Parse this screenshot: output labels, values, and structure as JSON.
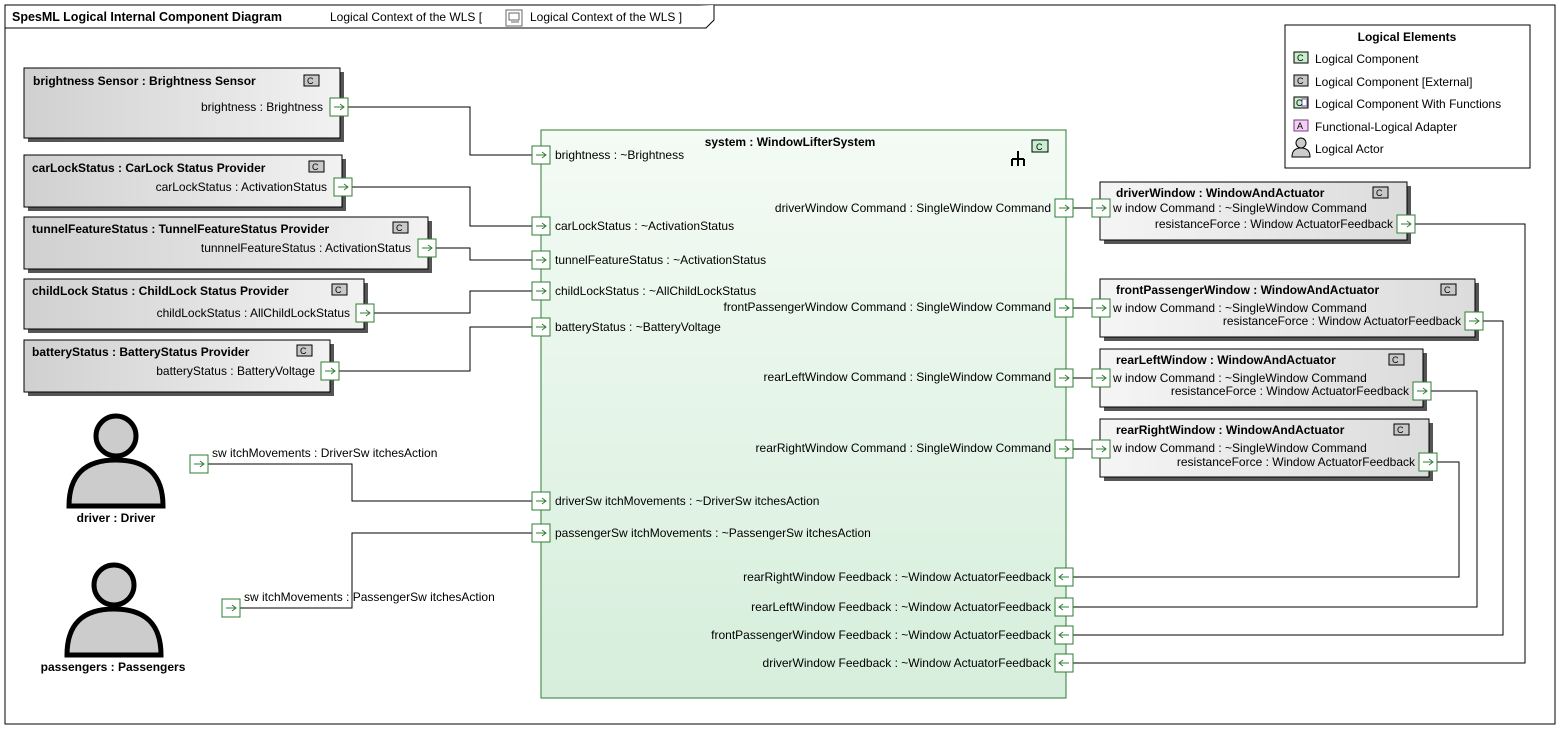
{
  "frame": {
    "kind": "SpesML Logical Internal Component Diagram",
    "name": "Logical Context of the WLS [",
    "context": "Logical Context of the WLS ]"
  },
  "legend": {
    "title": "Logical Elements",
    "items": [
      {
        "badge": "C",
        "label": "Logical Component",
        "color": "#c6efce"
      },
      {
        "badge": "C",
        "label": "Logical Component [External]",
        "color": "#c8c8c8"
      },
      {
        "badge": "C",
        "label": "Logical Component With Functions",
        "color": "#c6efce"
      },
      {
        "badge": "A",
        "label": "Functional-Logical Adapter",
        "color": "#f2d0f2"
      },
      {
        "badge": "",
        "label": "Logical Actor",
        "color": "#cccccc"
      }
    ]
  },
  "external_components": [
    {
      "title": "brightness Sensor : Brightness Sensor",
      "port_label": "brightness : Brightness"
    },
    {
      "title": "carLockStatus : CarLock Status Provider",
      "port_label": "carLockStatus : ActivationStatus"
    },
    {
      "title": "tunnelFeatureStatus : TunnelFeatureStatus Provider",
      "port_label": "tunnnelFeatureStatus : ActivationStatus"
    },
    {
      "title": "childLock Status : ChildLock Status Provider",
      "port_label": "childLockStatus : AllChildLockStatus"
    },
    {
      "title": "batteryStatus : BatteryStatus Provider",
      "port_label": "batteryStatus : BatteryVoltage"
    }
  ],
  "actors": [
    {
      "name": "driver : Driver",
      "port_label": "sw itchMovements : DriverSw itchesAction"
    },
    {
      "name": "passengers : Passengers",
      "port_label": "sw itchMovements : PassengerSw itchesAction"
    }
  ],
  "system": {
    "title": "system : WindowLifterSystem",
    "left_ports": [
      "brightness : ~Brightness",
      "carLockStatus : ~ActivationStatus",
      "tunnelFeatureStatus : ~ActivationStatus",
      "childLockStatus : ~AllChildLockStatus",
      "batteryStatus : ~BatteryVoltage",
      "driverSw itchMovements : ~DriverSw itchesAction",
      "passengerSw itchMovements : ~PassengerSw itchesAction"
    ],
    "right_out_ports": [
      "driverWindow Command : SingleWindow Command",
      "frontPassengerWindow Command : SingleWindow Command",
      "rearLeftWindow Command : SingleWindow Command",
      "rearRightWindow Command : SingleWindow Command"
    ],
    "right_in_ports": [
      "rearRightWindow Feedback : ~Window ActuatorFeedback",
      "rearLeftWindow Feedback : ~Window ActuatorFeedback",
      "frontPassengerWindow Feedback : ~Window ActuatorFeedback",
      "driverWindow Feedback : ~Window ActuatorFeedback"
    ]
  },
  "windows": [
    {
      "title": "driverWindow : WindowAndActuator",
      "cmd": "w indow Command : ~SingleWindow Command",
      "feedback": "resistanceForce : Window ActuatorFeedback"
    },
    {
      "title": "frontPassengerWindow : WindowAndActuator",
      "cmd": "w indow Command : ~SingleWindow Command",
      "feedback": "resistanceForce : Window ActuatorFeedback"
    },
    {
      "title": "rearLeftWindow : WindowAndActuator",
      "cmd": "w indow Command : ~SingleWindow Command",
      "feedback": "resistanceForce : Window ActuatorFeedback"
    },
    {
      "title": "rearRightWindow : WindowAndActuator",
      "cmd": "w indow Command : ~SingleWindow Command",
      "feedback": "resistanceForce : Window ActuatorFeedback"
    }
  ],
  "colors": {
    "system_fill_top": "#f4fbf5",
    "system_fill_bottom": "#d6eedb",
    "system_stroke": "#2e7d32",
    "external_fill": "#d9d9d9",
    "port_stroke": "#2e7d32"
  }
}
